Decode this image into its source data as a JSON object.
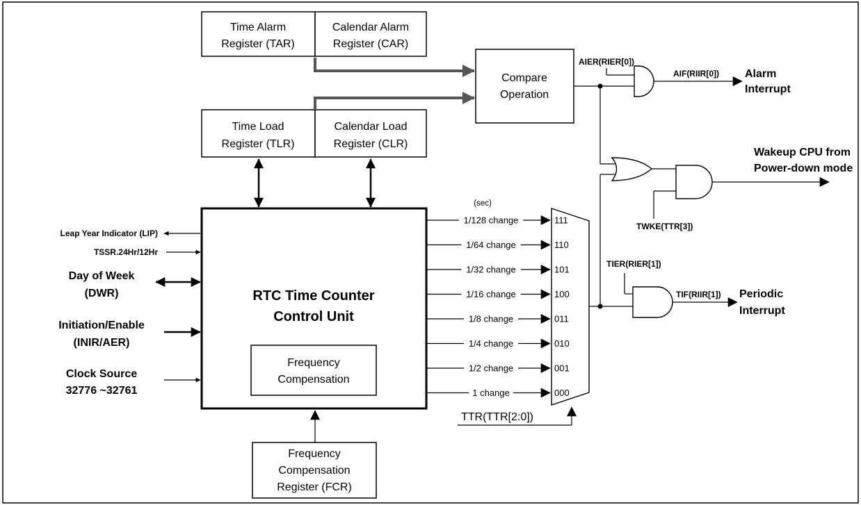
{
  "registers": {
    "tar": [
      "Time Alarm",
      "Register (TAR)"
    ],
    "car": [
      "Calendar Alarm",
      "Register (CAR)"
    ],
    "tlr": [
      "Time Load",
      "Register (TLR)"
    ],
    "clr": [
      "Calendar Load",
      "Register (CLR)"
    ],
    "fcr": [
      "Frequency",
      "Compensation",
      "Register (FCR)"
    ]
  },
  "compare": [
    "Compare",
    "Operation"
  ],
  "control_unit": {
    "title": [
      "RTC Time Counter",
      "Control Unit"
    ],
    "freq_comp": [
      "Frequency",
      "Compensation"
    ]
  },
  "left_signals": {
    "lip": "Leap Year Indicator (LIP)",
    "tssr": "TSSR.24Hr/12Hr",
    "dwr": [
      "Day of Week",
      "(DWR)"
    ],
    "inir": [
      "Initiation/Enable",
      "(INIR/AER)"
    ],
    "clock": [
      "Clock Source",
      "32776 ~32761"
    ]
  },
  "mux": {
    "sec_label": "(sec)",
    "inputs": [
      "1/128 change",
      "1/64 change",
      "1/32 change",
      "1/16 change",
      "1/8 change",
      "1/4 change",
      "1/2 change",
      "1 change"
    ],
    "codes": [
      "111",
      "110",
      "101",
      "100",
      "011",
      "010",
      "001",
      "000"
    ],
    "select": "TTR(TTR[2:0])"
  },
  "logic": {
    "aier": "AIER(RIER[0])",
    "aif": "AIF(RIIR[0])",
    "alarm_interrupt": [
      "Alarm",
      "Interrupt"
    ],
    "wakeup": [
      "Wakeup CPU from",
      "Power-down mode"
    ],
    "twke": "TWKE(TTR[3])",
    "tier": "TIER(RIER[1])",
    "tif": "TIF(RIIR[1])",
    "periodic_interrupt": [
      "Periodic",
      "Interrupt"
    ]
  }
}
